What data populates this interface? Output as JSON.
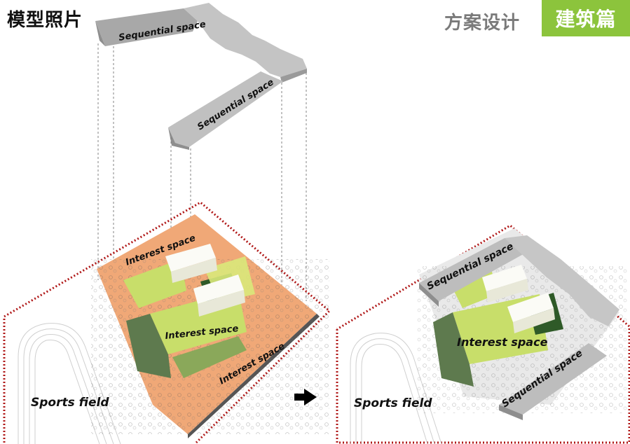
{
  "header": {
    "title_left": "模型照片",
    "title_right": "方案设计",
    "badge_label": "建筑篇",
    "badge_color": "#8cc43c"
  },
  "exploded_view": {
    "upper_labels": [
      "Sequential space",
      "Sequential space"
    ],
    "interest_labels": [
      "Interest space",
      "Interest space",
      "Interest space"
    ],
    "field_label": "Sports field"
  },
  "arrow_icon": "arrow-right-icon",
  "combined_view": {
    "sequential_labels": [
      "Sequential space",
      "Sequential space"
    ],
    "interest_label": "Interest space",
    "field_label": "Sports field"
  },
  "colors": {
    "interest_orange": "#f0a877",
    "green_roof": "#c8de6a",
    "concrete_gray": "#b5b5b5",
    "boundary_red": "#b01818"
  }
}
